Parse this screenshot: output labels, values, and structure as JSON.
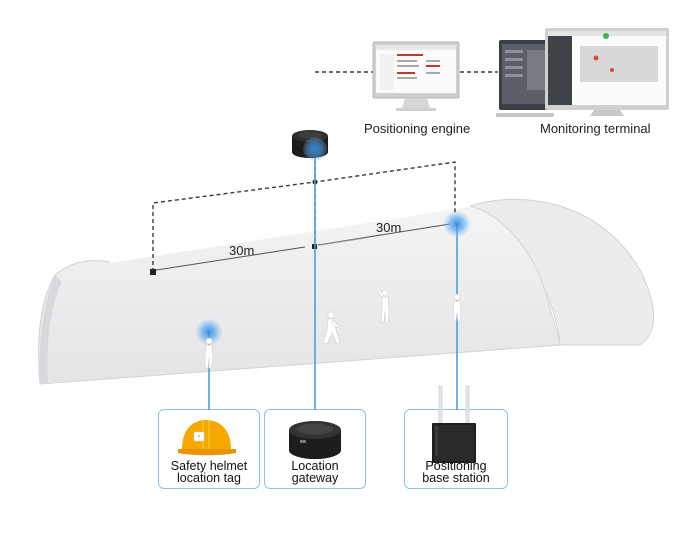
{
  "top_devices": {
    "positioning_engine": "Positioning engine",
    "monitoring_terminal": "Monitoring terminal"
  },
  "distances": {
    "left_span": "30m",
    "right_span": "30m"
  },
  "cards": [
    {
      "line1": "Safety helmet",
      "line2": "location tag",
      "icon": "helmet-icon"
    },
    {
      "line1": "Location",
      "line2": "gateway",
      "icon": "gateway-icon"
    },
    {
      "line1": "Positioning",
      "line2": "base station",
      "icon": "base-station-icon"
    }
  ],
  "colors": {
    "link_line": "#4a9fe0",
    "card_border": "#8ec3e8",
    "helmet": "#f5a800",
    "tunnel": "#eeeeef"
  }
}
